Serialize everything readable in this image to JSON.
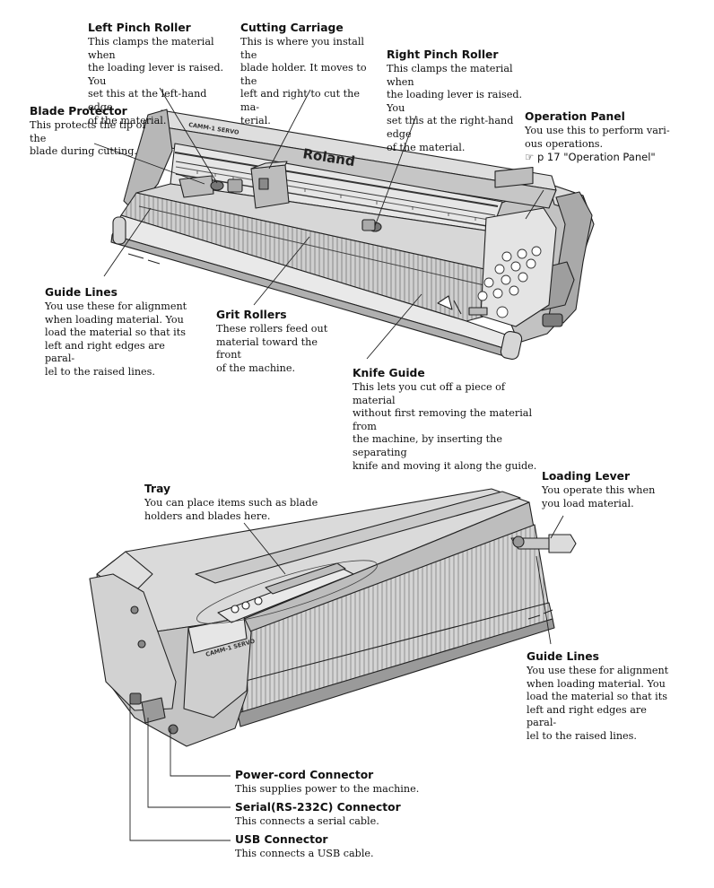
{
  "labels": {
    "left_pinch_roller": {
      "title": "Left Pinch Roller",
      "lines": [
        "This clamps the material when",
        "the loading lever is raised. You",
        "set this at the left-hand edge",
        "of the material."
      ]
    },
    "cutting_carriage": {
      "title": "Cutting Carriage",
      "lines": [
        "This is where you install the",
        "blade holder. It moves to the",
        "left and right to cut the ma-",
        "terial."
      ]
    },
    "right_pinch_roller": {
      "title": "Right Pinch Roller",
      "lines": [
        "This clamps the material when",
        "the loading lever is raised. You",
        "set this at the right-hand edge",
        "of the material."
      ]
    },
    "blade_protector": {
      "title": "Blade Protector",
      "lines": [
        "This protects the tip of the",
        "blade during cutting."
      ]
    },
    "operation_panel": {
      "title": "Operation Panel",
      "lines": [
        "You use this to perform vari-",
        "ous operations."
      ],
      "ref": "☞ p 17 \"Operation Panel\""
    },
    "guide_lines_front": {
      "title": "Guide Lines",
      "lines": [
        "You use these for alignment",
        "when loading material. You",
        "load the material so that its",
        "left and right edges are paral-",
        "lel to the raised lines."
      ]
    },
    "grit_rollers": {
      "title": "Grit Rollers",
      "lines": [
        "These rollers feed out",
        "material toward the front",
        "of the machine."
      ]
    },
    "knife_guide": {
      "title": "Knife Guide",
      "lines": [
        "This lets you cut off a piece of material",
        "without first removing the material from",
        "the machine, by inserting the separating",
        "knife and moving it along the guide."
      ]
    },
    "tray": {
      "title": "Tray",
      "lines": [
        "You can place items such as blade",
        "holders and blades here."
      ]
    },
    "loading_lever": {
      "title": "Loading Lever",
      "lines": [
        "You operate this when",
        "you load material."
      ]
    },
    "guide_lines_back": {
      "title": "Guide Lines",
      "lines": [
        "You use these for alignment",
        "when loading material. You",
        "load the material so that its",
        "left and right edges are paral-",
        "lel to the raised lines."
      ]
    },
    "power_cord": {
      "title": "Power-cord Connector",
      "lines": [
        "This supplies power to the machine."
      ]
    },
    "serial": {
      "title": "Serial(RS-232C) Connector",
      "lines": [
        "This connects a serial cable."
      ]
    },
    "usb": {
      "title": "USB Connector",
      "lines": [
        "This connects a USB cable."
      ]
    }
  },
  "logos": {
    "brand": "Roland",
    "model_front": "CAMM-1 SERVO",
    "model_back": "CAMM-1 SERVO"
  },
  "colors": {
    "body": "#c9c9c9",
    "body_light": "#e2e2e2",
    "body_dark": "#8f8f8f",
    "line": "#222222"
  }
}
